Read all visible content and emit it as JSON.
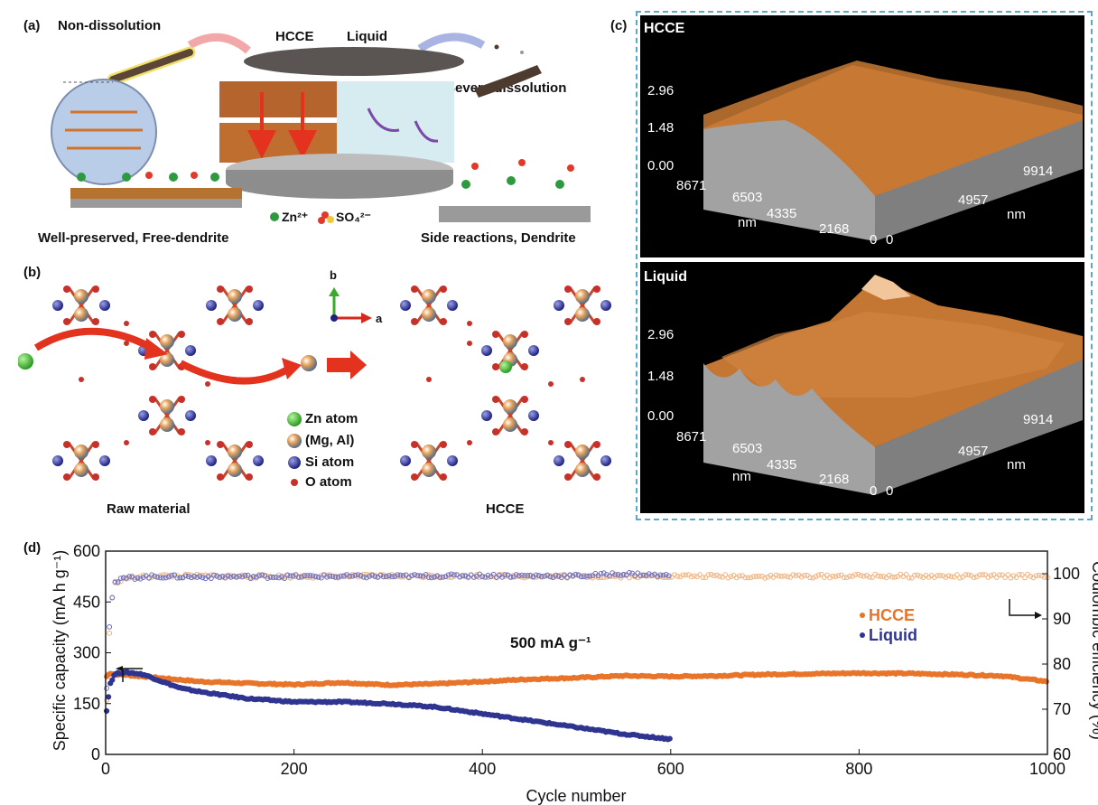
{
  "panel_a": {
    "label": "(a)",
    "non_dissolution": "Non-dissolution",
    "hcce": "HCCE",
    "liquid": "Liquid",
    "severe_dissolution": "Severe dissolution",
    "zn_legend": "Zn²⁺",
    "so4_legend": "SO₄²⁻",
    "left_caption": "Well-preserved, Free-dendrite",
    "right_caption": "Side reactions, Dendrite"
  },
  "panel_b": {
    "label": "(b)",
    "raw_material": "Raw material",
    "hcce": "HCCE",
    "axis_b": "b",
    "axis_a": "a",
    "legend": [
      "Zn atom",
      "(Mg, Al)",
      "Si atom",
      "O atom"
    ]
  },
  "panel_c": {
    "label": "(c)",
    "top_title": "HCCE",
    "bottom_title": "Liquid",
    "z_ticks": [
      "2.96",
      "1.48",
      "0.00"
    ],
    "x_ticks": [
      "8671",
      "6503",
      "4335",
      "2168",
      "0"
    ],
    "y_ticks": [
      "9914",
      "4957",
      "0"
    ],
    "x_unit": "nm",
    "y_unit": "nm"
  },
  "panel_d": {
    "label": "(d)",
    "annotation": "500 mA g⁻¹",
    "legend": [
      {
        "name": "HCCE",
        "color": "#e8742a"
      },
      {
        "name": "Liquid",
        "color": "#2f3590"
      }
    ]
  },
  "chart_data": {
    "type": "scatter",
    "xlabel": "Cycle number",
    "ylabel": "Specific capacity (mA h g⁻¹)",
    "y2label": "Coulombic efficiency (%)",
    "xlim": [
      0,
      1000
    ],
    "ylim": [
      0,
      600
    ],
    "y2lim": [
      60,
      105
    ],
    "x_ticks": [
      0,
      200,
      400,
      600,
      800,
      1000
    ],
    "y_ticks": [
      0,
      150,
      300,
      450,
      600
    ],
    "y2_ticks": [
      60,
      70,
      80,
      90,
      100
    ],
    "series": [
      {
        "name": "HCCE",
        "axis": "capacity",
        "color": "#e8742a",
        "x": [
          1,
          5,
          10,
          20,
          30,
          40,
          60,
          80,
          100,
          150,
          200,
          250,
          300,
          350,
          400,
          450,
          500,
          550,
          600,
          650,
          700,
          750,
          800,
          850,
          900,
          950,
          1000
        ],
        "y": [
          230,
          240,
          236,
          235,
          232,
          230,
          225,
          220,
          215,
          210,
          206,
          212,
          205,
          208,
          215,
          222,
          226,
          232,
          230,
          232,
          236,
          238,
          240,
          239,
          236,
          232,
          215
        ]
      },
      {
        "name": "Liquid",
        "axis": "capacity",
        "color": "#2f3590",
        "x": [
          1,
          5,
          10,
          20,
          30,
          40,
          60,
          80,
          100,
          150,
          200,
          250,
          300,
          350,
          400,
          450,
          500,
          550,
          600
        ],
        "y": [
          130,
          210,
          238,
          242,
          240,
          236,
          215,
          195,
          185,
          165,
          155,
          155,
          150,
          140,
          120,
          100,
          80,
          60,
          45
        ]
      },
      {
        "name": "HCCE",
        "axis": "efficiency",
        "color": "#f2b27c",
        "x": [
          1,
          5,
          10,
          20,
          50,
          100,
          200,
          300,
          400,
          500,
          600,
          700,
          800,
          900,
          1000
        ],
        "y": [
          72,
          92,
          98,
          99,
          99.5,
          99.5,
          99.4,
          99.5,
          99.5,
          99.4,
          99.5,
          99.4,
          99.5,
          99.4,
          99.5
        ]
      },
      {
        "name": "Liquid",
        "axis": "efficiency",
        "color": "#6a6fc2",
        "x": [
          1,
          5,
          10,
          20,
          50,
          100,
          200,
          300,
          400,
          500,
          550,
          600
        ],
        "y": [
          75,
          93,
          98,
          99,
          99.4,
          99.3,
          99.4,
          99.4,
          99.6,
          99.5,
          100,
          99.5
        ]
      }
    ]
  }
}
